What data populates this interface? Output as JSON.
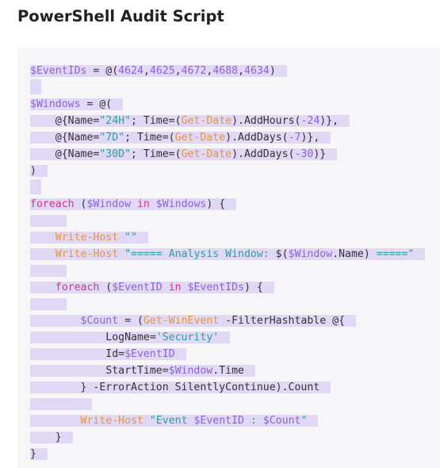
{
  "page": {
    "title": "PowerShell Audit Script"
  },
  "code": {
    "lines": [
      [
        {
          "t": "$EventIDs",
          "c": "v"
        },
        {
          "t": " = @(",
          "c": "p"
        },
        {
          "t": "4624",
          "c": "n"
        },
        {
          "t": ",",
          "c": "p"
        },
        {
          "t": "4625",
          "c": "n"
        },
        {
          "t": ",",
          "c": "p"
        },
        {
          "t": "4672",
          "c": "n"
        },
        {
          "t": ",",
          "c": "p"
        },
        {
          "t": "4688",
          "c": "n"
        },
        {
          "t": ",",
          "c": "p"
        },
        {
          "t": "4634",
          "c": "n"
        },
        {
          "t": ")",
          "c": "p"
        }
      ],
      [],
      [
        {
          "t": "$Windows",
          "c": "v"
        },
        {
          "t": " = @(",
          "c": "p"
        }
      ],
      [
        {
          "t": "    @{Name=",
          "c": "p"
        },
        {
          "t": "\"24H\"",
          "c": "s"
        },
        {
          "t": "; Time=(",
          "c": "p"
        },
        {
          "t": "Get-Date",
          "c": "c"
        },
        {
          "t": ").AddHours(",
          "c": "p"
        },
        {
          "t": "-24",
          "c": "n"
        },
        {
          "t": ")},",
          "c": "p"
        }
      ],
      [
        {
          "t": "    @{Name=",
          "c": "p"
        },
        {
          "t": "\"7D\"",
          "c": "s"
        },
        {
          "t": "; Time=(",
          "c": "p"
        },
        {
          "t": "Get-Date",
          "c": "c"
        },
        {
          "t": ").AddDays(",
          "c": "p"
        },
        {
          "t": "-7",
          "c": "n"
        },
        {
          "t": ")},",
          "c": "p"
        }
      ],
      [
        {
          "t": "    @{Name=",
          "c": "p"
        },
        {
          "t": "\"30D\"",
          "c": "s"
        },
        {
          "t": "; Time=(",
          "c": "p"
        },
        {
          "t": "Get-Date",
          "c": "c"
        },
        {
          "t": ").AddDays(",
          "c": "p"
        },
        {
          "t": "-30",
          "c": "n"
        },
        {
          "t": ")}",
          "c": "p"
        }
      ],
      [
        {
          "t": ")",
          "c": "p"
        }
      ],
      [],
      [
        {
          "t": "foreach",
          "c": "k"
        },
        {
          "t": " (",
          "c": "p"
        },
        {
          "t": "$Window",
          "c": "v"
        },
        {
          "t": " in ",
          "c": "k"
        },
        {
          "t": "$Windows",
          "c": "v"
        },
        {
          "t": ") {",
          "c": "p"
        }
      ],
      [
        {
          "t": "    ",
          "c": "p"
        }
      ],
      [
        {
          "t": "    ",
          "c": "p"
        },
        {
          "t": "Write-Host",
          "c": "c"
        },
        {
          "t": " \"\"",
          "c": "s"
        }
      ],
      [
        {
          "t": "    ",
          "c": "p"
        },
        {
          "t": "Write-Host",
          "c": "c"
        },
        {
          "t": " \"===== Analysis Window: ",
          "c": "s"
        },
        {
          "t": "$(",
          "c": "p"
        },
        {
          "t": "$Window",
          "c": "v"
        },
        {
          "t": ".Name)",
          "c": "p"
        },
        {
          "t": " =====\"",
          "c": "s"
        }
      ],
      [
        {
          "t": "    ",
          "c": "p"
        }
      ],
      [
        {
          "t": "    ",
          "c": "p"
        },
        {
          "t": "foreach",
          "c": "k"
        },
        {
          "t": " (",
          "c": "p"
        },
        {
          "t": "$EventID",
          "c": "v"
        },
        {
          "t": " in ",
          "c": "k"
        },
        {
          "t": "$EventIDs",
          "c": "v"
        },
        {
          "t": ") {",
          "c": "p"
        }
      ],
      [
        {
          "t": "    ",
          "c": "p"
        }
      ],
      [
        {
          "t": "        ",
          "c": "p"
        },
        {
          "t": "$Count",
          "c": "v"
        },
        {
          "t": " = (",
          "c": "p"
        },
        {
          "t": "Get-WinEvent",
          "c": "c"
        },
        {
          "t": " -FilterHashtable @{",
          "c": "p"
        }
      ],
      [
        {
          "t": "            LogName=",
          "c": "p"
        },
        {
          "t": "'Security'",
          "c": "s"
        }
      ],
      [
        {
          "t": "            Id=",
          "c": "p"
        },
        {
          "t": "$EventID",
          "c": "v"
        }
      ],
      [
        {
          "t": "            StartTime=",
          "c": "p"
        },
        {
          "t": "$Window",
          "c": "v"
        },
        {
          "t": ".Time",
          "c": "p"
        }
      ],
      [
        {
          "t": "        } -ErrorAction SilentlyContinue).Count",
          "c": "p"
        }
      ],
      [
        {
          "t": "        ",
          "c": "p"
        }
      ],
      [
        {
          "t": "        ",
          "c": "p"
        },
        {
          "t": "Write-Host",
          "c": "c"
        },
        {
          "t": " \"Event ",
          "c": "s"
        },
        {
          "t": "$EventID",
          "c": "v"
        },
        {
          "t": " : ",
          "c": "s"
        },
        {
          "t": "$Count",
          "c": "v"
        },
        {
          "t": "\"",
          "c": "s"
        }
      ],
      [
        {
          "t": "    }",
          "c": "p"
        }
      ],
      [
        {
          "t": "}",
          "c": "p"
        }
      ]
    ]
  },
  "colors": {
    "variable": "#8a63d8",
    "number": "#8a63d8",
    "string": "#2f9e9a",
    "keyword": "#d63384",
    "command": "#e29645",
    "plain": "#333333",
    "line_highlight": "#e0d8f4",
    "panel_background": "#f6f5f8"
  }
}
